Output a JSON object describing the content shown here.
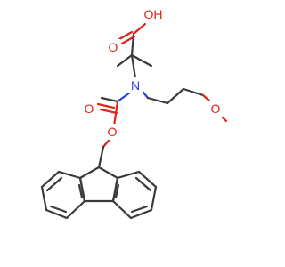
{
  "molecule": {
    "atoms": {
      "carboxyl_oh": "OH",
      "carboxyl_o": "O",
      "amine_n": "N",
      "carbamate_o_carbonyl": "O",
      "carbamate_o_ester": "O",
      "ether_o": "O"
    },
    "colors": {
      "carbon_bond": "#3a3a3a",
      "oxygen": "#e0241b",
      "nitrogen": "#2b3fd6",
      "background": "#ffffff"
    }
  }
}
